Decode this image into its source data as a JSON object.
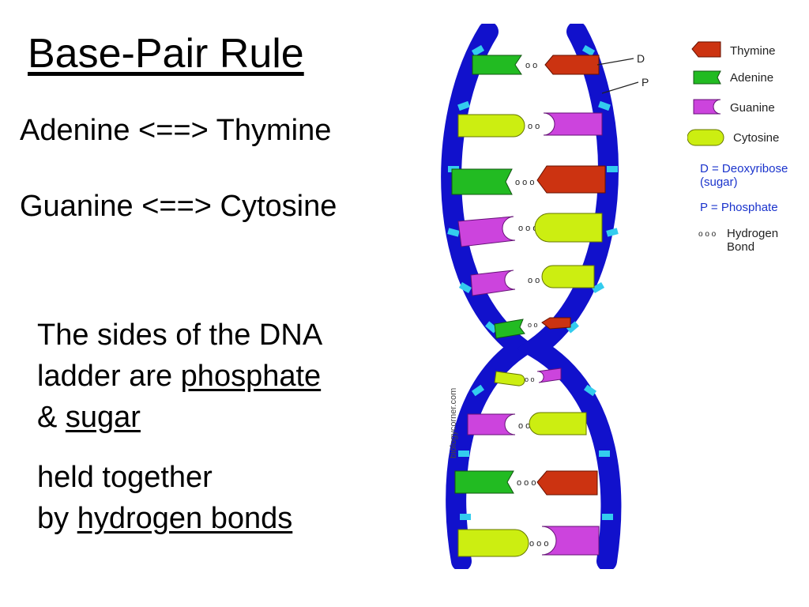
{
  "title": "Base-Pair Rule",
  "rules": [
    {
      "text": "Adenine <==> Thymine"
    },
    {
      "text": "Guanine <==> Cytosine"
    }
  ],
  "paragraph1": {
    "line1": "The sides of the DNA",
    "line2_prefix": "ladder are ",
    "line2_underlined": "phosphate",
    "line3_prefix": "& ",
    "line3_underlined": "sugar"
  },
  "paragraph2": {
    "line1": "held together",
    "line2_prefix": "by  ",
    "line2_underlined": "hydrogen bonds"
  },
  "diagram": {
    "label_d": "D",
    "label_p": "P",
    "watermark": "biologycorner.com"
  },
  "legend": {
    "thymine": "Thymine",
    "adenine": "Adenine",
    "guanine": "Guanine",
    "cytosine": "Cytosine",
    "deoxyribose_line1": "D = Deoxyribose",
    "deoxyribose_line2": "(sugar)",
    "phosphate": "P = Phosphate",
    "hbond_line1": "Hydrogen",
    "hbond_line2": "Bond"
  },
  "colors": {
    "thymine": "#cc3311",
    "adenine": "#22bb22",
    "guanine": "#cc44dd",
    "cytosine": "#ccee11",
    "backbone": "#1111cc",
    "rung": "#33ccee",
    "label_blue": "#1a33cc"
  }
}
